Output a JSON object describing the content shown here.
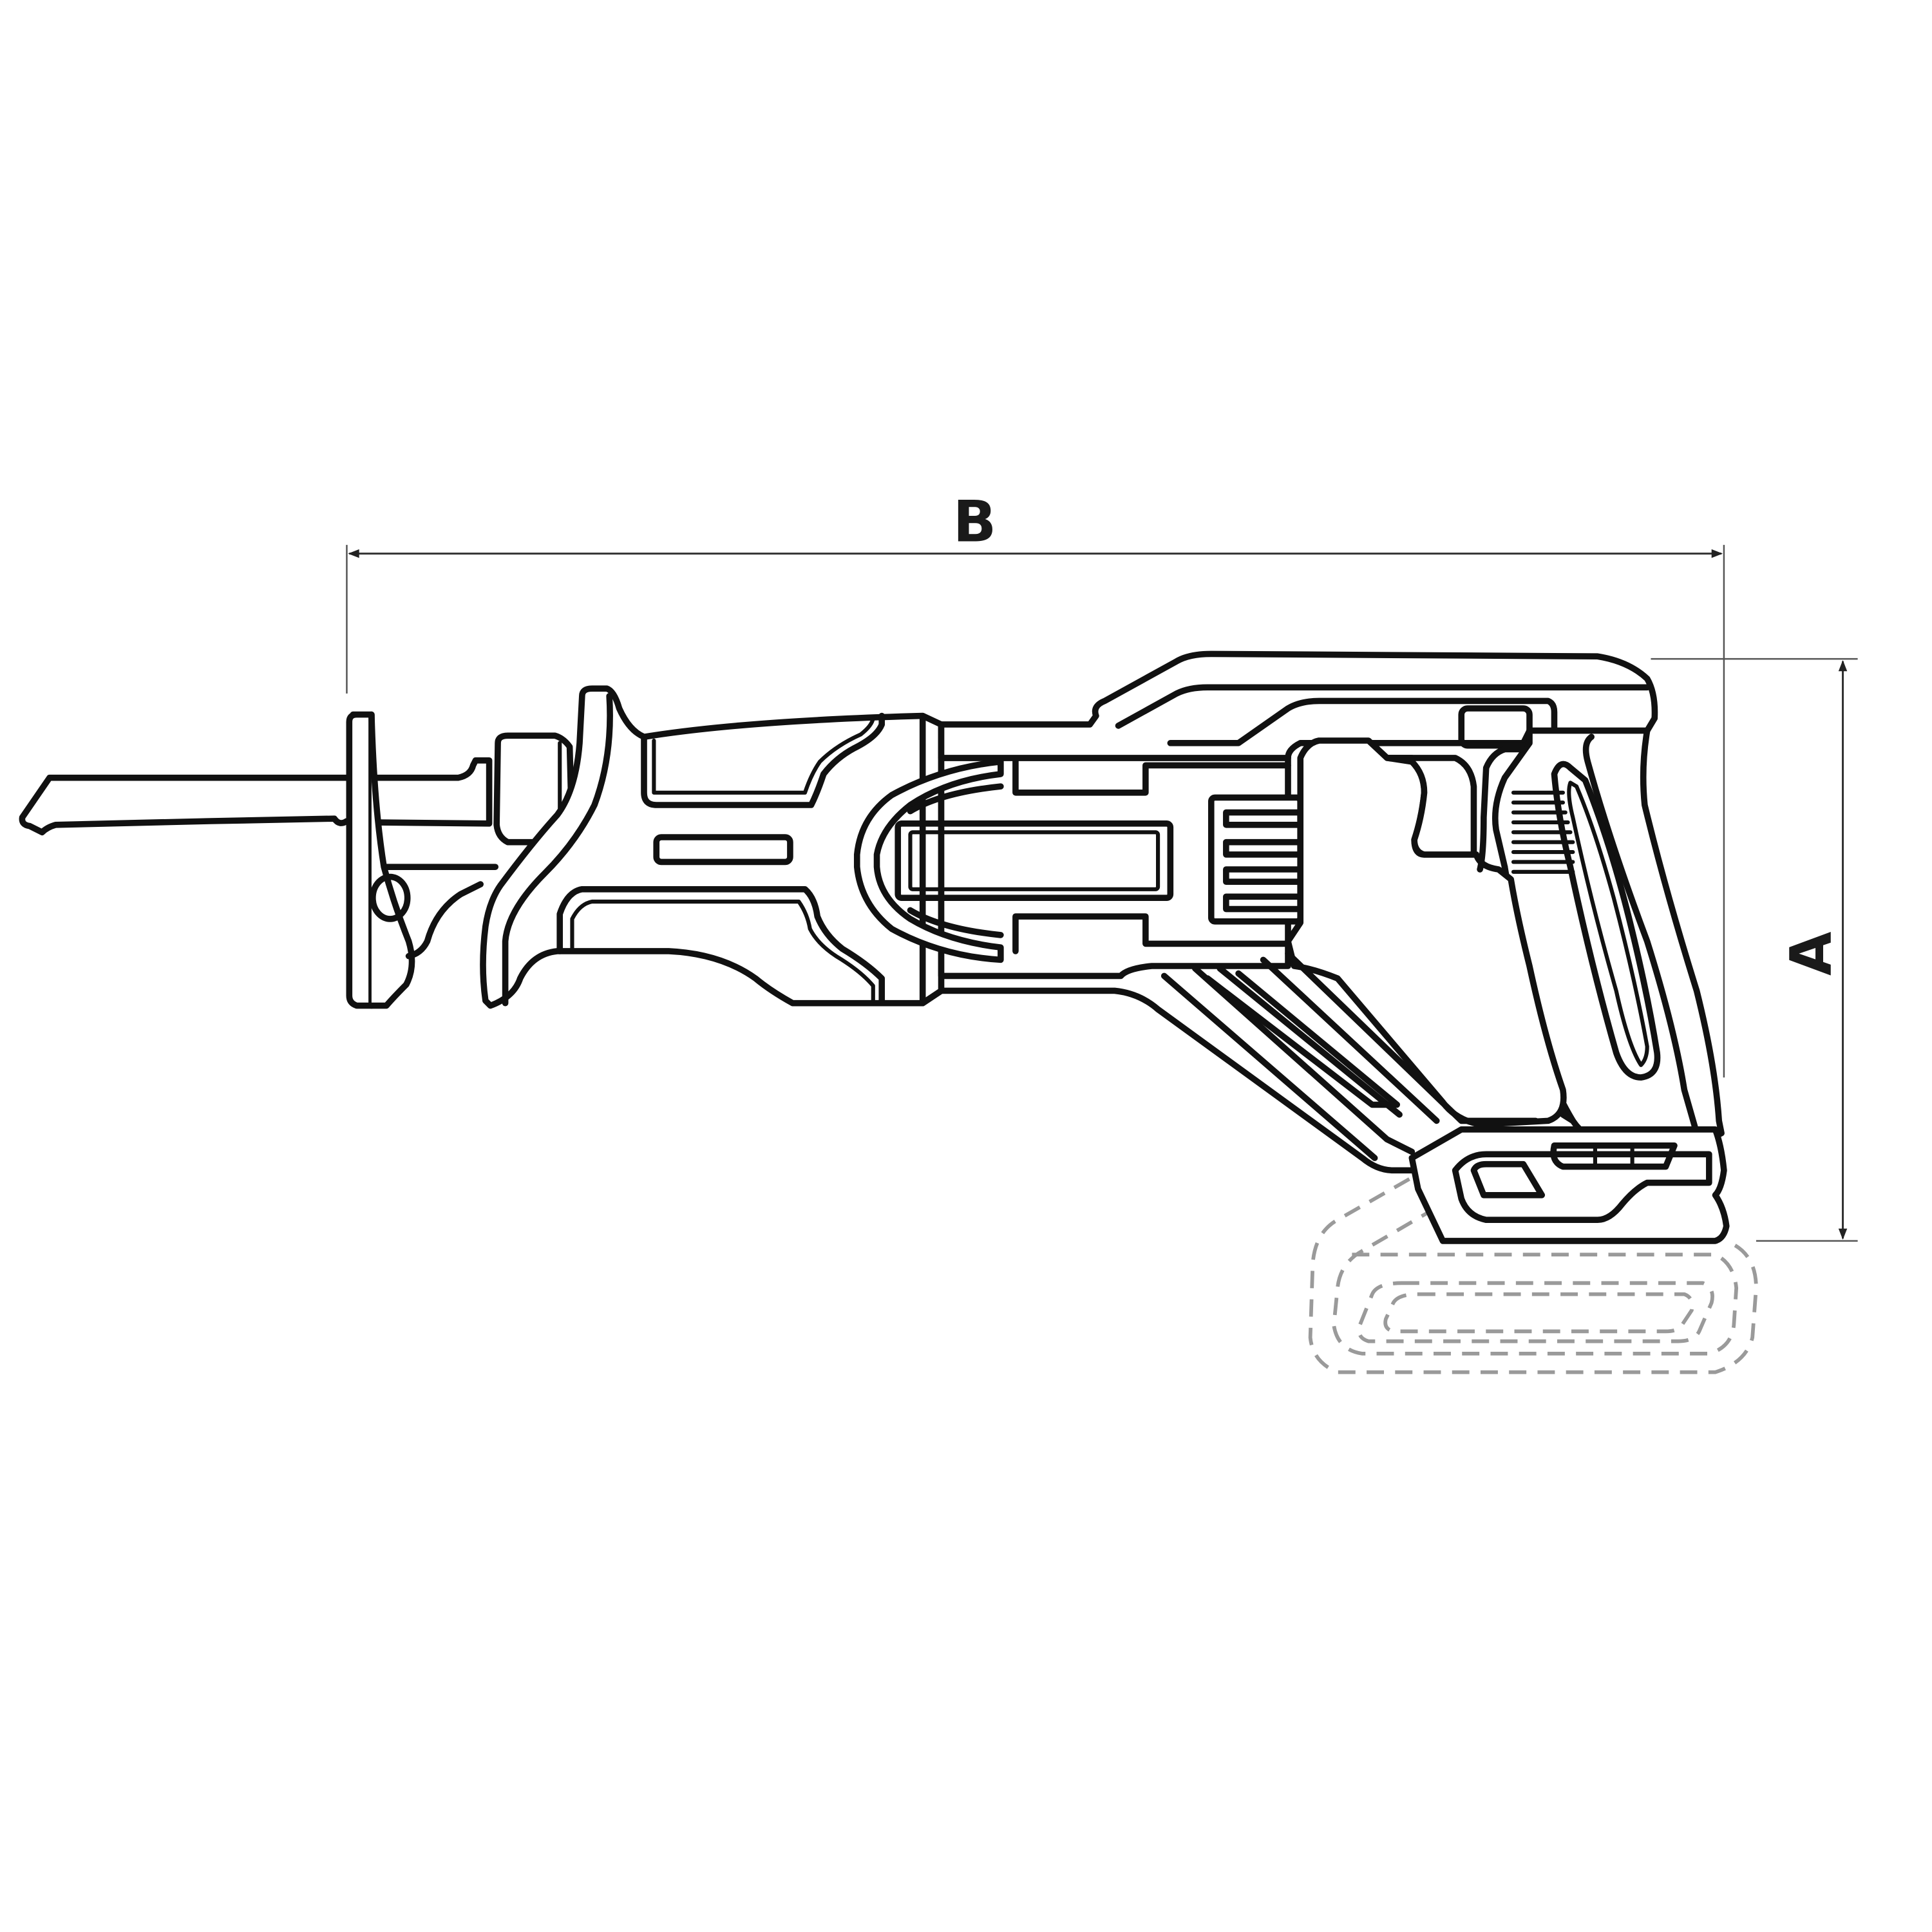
{
  "figure": {
    "subject": "Cordless reciprocating saw (bare tool) dimension drawing",
    "background_color": "#ffffff",
    "line_color": "#111111",
    "battery_outline_color": "#9a9a9a"
  },
  "dimensions": {
    "length": {
      "label": "B",
      "orientation": "horizontal",
      "description": "Overall length (blade tip to rear of tool)"
    },
    "height": {
      "label": "A",
      "orientation": "vertical",
      "description": "Overall height (top of housing to base of battery mount)"
    }
  },
  "parts": {
    "blade": "saw-blade",
    "shoe": "pivoting-guide-shoe",
    "front_grip": "front-grip-housing",
    "motor": "motor-housing",
    "handle": "rear-d-handle",
    "trigger": "trigger-switch",
    "battery_mount": "battery-mount",
    "battery": "battery-pack-dashed",
    "indicator": "battery-level-indicator",
    "indicator_segments": 3
  }
}
